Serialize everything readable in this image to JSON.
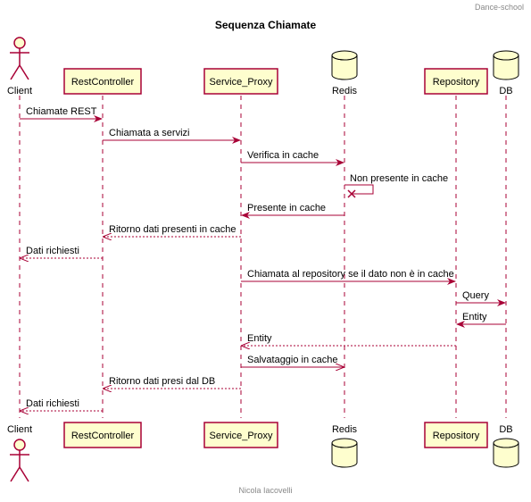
{
  "header": {
    "text": "Dance-school"
  },
  "footer": {
    "text": "Nicola Iacovelli"
  },
  "title": "Sequenza Chiamate",
  "colors": {
    "arrow": "#A80036",
    "participant_fill": "#FEFECE",
    "lifeline": "#A80036"
  },
  "participants": [
    {
      "id": "client",
      "label": "Client",
      "shape": "actor"
    },
    {
      "id": "rest",
      "label": "RestController",
      "shape": "box"
    },
    {
      "id": "proxy",
      "label": "Service_Proxy",
      "shape": "box"
    },
    {
      "id": "redis",
      "label": "Redis",
      "shape": "database"
    },
    {
      "id": "repo",
      "label": "Repository",
      "shape": "box"
    },
    {
      "id": "db",
      "label": "DB",
      "shape": "database"
    }
  ],
  "messages": [
    {
      "from": "client",
      "to": "rest",
      "label": "Chiamate REST",
      "style": "solid"
    },
    {
      "from": "rest",
      "to": "proxy",
      "label": "Chiamata a servizi",
      "style": "solid"
    },
    {
      "from": "proxy",
      "to": "redis",
      "label": "Verifica in cache",
      "style": "solid"
    },
    {
      "from": "redis",
      "to": "redis",
      "label": "Non presente in cache",
      "style": "self-lost"
    },
    {
      "from": "redis",
      "to": "proxy",
      "label": "Presente in cache",
      "style": "solid"
    },
    {
      "from": "proxy",
      "to": "rest",
      "label": "Ritorno dati presenti in cache",
      "style": "dashed"
    },
    {
      "from": "rest",
      "to": "client",
      "label": "Dati richiesti",
      "style": "dashed"
    },
    {
      "from": "proxy",
      "to": "repo",
      "label": "Chiamata al repository se il dato non è in cache",
      "style": "solid"
    },
    {
      "from": "repo",
      "to": "db",
      "label": "Query",
      "style": "solid"
    },
    {
      "from": "db",
      "to": "repo",
      "label": "Entity",
      "style": "solid"
    },
    {
      "from": "repo",
      "to": "proxy",
      "label": "Entity",
      "style": "dashed"
    },
    {
      "from": "proxy",
      "to": "redis",
      "label": "Salvataggio in cache",
      "style": "open"
    },
    {
      "from": "proxy",
      "to": "rest",
      "label": "Ritorno dati presi dal DB",
      "style": "dashed"
    },
    {
      "from": "rest",
      "to": "client",
      "label": "Dati richiesti",
      "style": "dashed"
    }
  ]
}
